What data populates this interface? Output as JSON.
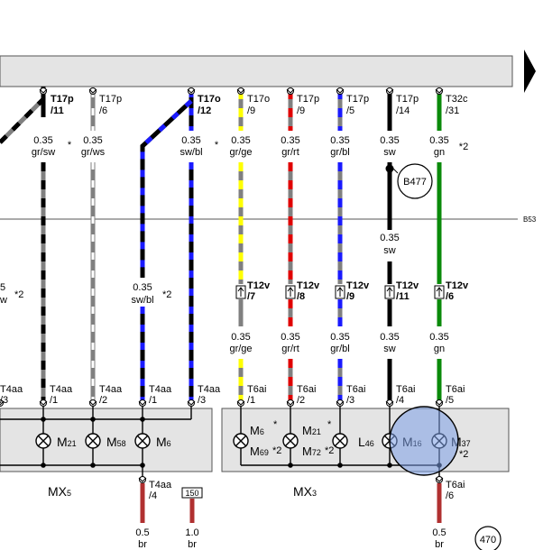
{
  "bus": {
    "right_label": "B53"
  },
  "top_connectors": {
    "c1": {
      "name": "T17p",
      "pin": "/11",
      "spec": "0.35",
      "color": "gr/sw",
      "note": "*"
    },
    "c2": {
      "name": "T17p",
      "pin": "/6",
      "spec": "0.35",
      "color": "gr/ws"
    },
    "c3": {
      "name": "T17o",
      "pin": "/12",
      "spec": "0.35",
      "color": "sw/bl",
      "note": "*"
    },
    "c4": {
      "name": "T17o",
      "pin": "/9",
      "spec": "0.35",
      "color": "gr/ge"
    },
    "c5": {
      "name": "T17p",
      "pin": "/9",
      "spec": "0.35",
      "color": "gr/rt"
    },
    "c6": {
      "name": "T17p",
      "pin": "/5",
      "spec": "0.35",
      "color": "gr/bl"
    },
    "c7": {
      "name": "T17p",
      "pin": "/14",
      "spec": "0.35",
      "color": "sw"
    },
    "c8": {
      "name": "T32c",
      "pin": "/31",
      "spec": "0.35",
      "color": "gn",
      "note": "*2"
    }
  },
  "left_fragment": {
    "spec": "5",
    "color": "w",
    "note": "*2"
  },
  "c3_lower": {
    "spec": "0.35",
    "color": "sw/bl",
    "note": "*2"
  },
  "b477": {
    "label": "B477"
  },
  "c7_after_bus": {
    "spec": "0.35",
    "color": "sw"
  },
  "mid_connectors": {
    "m4": {
      "name": "T12v",
      "pin": "/7"
    },
    "m5": {
      "name": "T12v",
      "pin": "/8"
    },
    "m6": {
      "name": "T12v",
      "pin": "/9"
    },
    "m7": {
      "name": "T12v",
      "pin": "/11"
    },
    "m8": {
      "name": "T12v",
      "pin": "/6"
    }
  },
  "lower_wires": {
    "w4": {
      "spec": "0.35",
      "color": "gr/ge"
    },
    "w5": {
      "spec": "0.35",
      "color": "gr/rt"
    },
    "w6": {
      "spec": "0.35",
      "color": "gr/bl"
    },
    "w7": {
      "spec": "0.35",
      "color": "sw"
    },
    "w8": {
      "spec": "0.35",
      "color": "gn"
    }
  },
  "mx5_pins": {
    "p0": {
      "name": "T4aa",
      "pin": "/3"
    },
    "p1": {
      "name": "T4aa",
      "pin": "/1"
    },
    "p2": {
      "name": "T4aa",
      "pin": "/2"
    },
    "p3": {
      "name": "T4aa",
      "pin": "/1"
    },
    "p4": {
      "name": "T4aa",
      "pin": "/3"
    }
  },
  "mx3_pins": {
    "p1": {
      "name": "T6ai",
      "pin": "/1"
    },
    "p2": {
      "name": "T6ai",
      "pin": "/2"
    },
    "p3": {
      "name": "T6ai",
      "pin": "/3"
    },
    "p4": {
      "name": "T6ai",
      "pin": "/4"
    },
    "p5": {
      "name": "T6ai",
      "pin": "/5"
    }
  },
  "lamps_mx5": {
    "m21": {
      "main": "M",
      "sub": "21"
    },
    "m58": {
      "main": "M",
      "sub": "58"
    },
    "m6": {
      "main": "M",
      "sub": "6"
    }
  },
  "lamps_mx3": {
    "m6": {
      "main": "M",
      "sub": "6",
      "note": "*"
    },
    "m69": {
      "main": "M",
      "sub": "69",
      "note": "*2"
    },
    "m21": {
      "main": "M",
      "sub": "21",
      "note": "*"
    },
    "m72": {
      "main": "M",
      "sub": "72",
      "note": "*2"
    },
    "l46": {
      "main": "L",
      "sub": "46"
    },
    "m16": {
      "main": "M",
      "sub": "16"
    },
    "m37": {
      "main": "M",
      "sub": "37",
      "note": "*2"
    }
  },
  "modules": {
    "mx5": {
      "main": "MX",
      "sub": "5"
    },
    "mx3": {
      "main": "MX",
      "sub": "3"
    }
  },
  "bottom": {
    "b1": {
      "name": "T4aa",
      "pin": "/4",
      "spec": "0.5",
      "color": "br"
    },
    "b2": {
      "box": "150",
      "spec": "1.0",
      "color": "br"
    },
    "b3": {
      "name": "T6ai",
      "pin": "/6",
      "spec": "0.5",
      "color": "br"
    }
  },
  "page_ref": "470",
  "colors": {
    "black": "#000000",
    "grey": "#808080",
    "blue": "#1a1aff",
    "yellow": "#ffff00",
    "red": "#e00000",
    "green": "#0a8a0a",
    "highlight": "#7b9ee6"
  }
}
